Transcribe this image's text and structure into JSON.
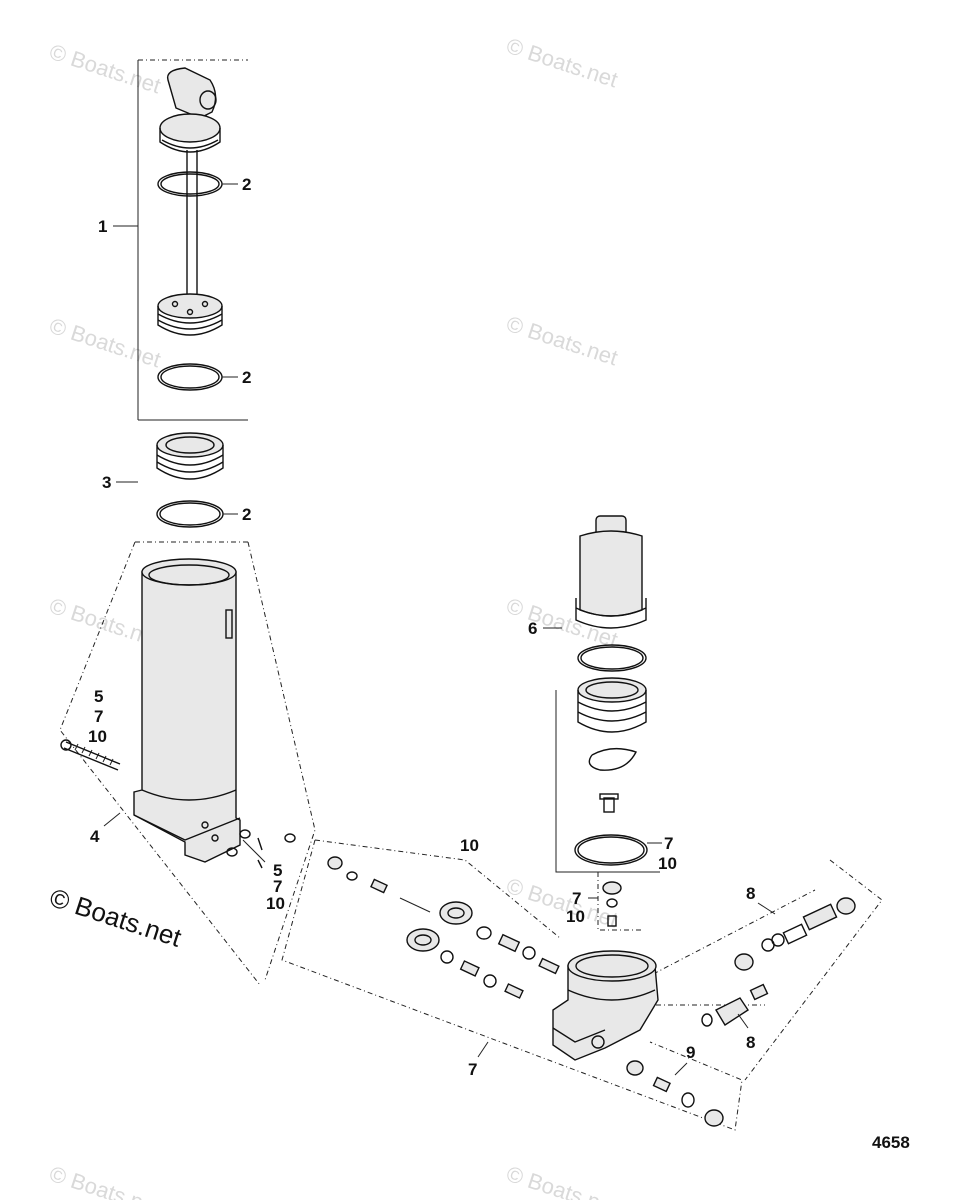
{
  "watermark": "© Boats.net",
  "watermark_main": "© Boats.net",
  "diagram_number": "4658",
  "callouts": {
    "c1": "1",
    "c2a": "2",
    "c2b": "2",
    "c2c": "2",
    "c3": "3",
    "c4": "4",
    "c5_left": [
      "5",
      "7",
      "10"
    ],
    "c5_bottom": [
      "5",
      "7",
      "10"
    ],
    "c6": "6",
    "c7_right": [
      "7",
      "10"
    ],
    "c7_mid": [
      "7",
      "10"
    ],
    "c7_bottom": "7",
    "c8_top": "8",
    "c8_bottom": "8",
    "c9": "9",
    "c10": "10"
  }
}
